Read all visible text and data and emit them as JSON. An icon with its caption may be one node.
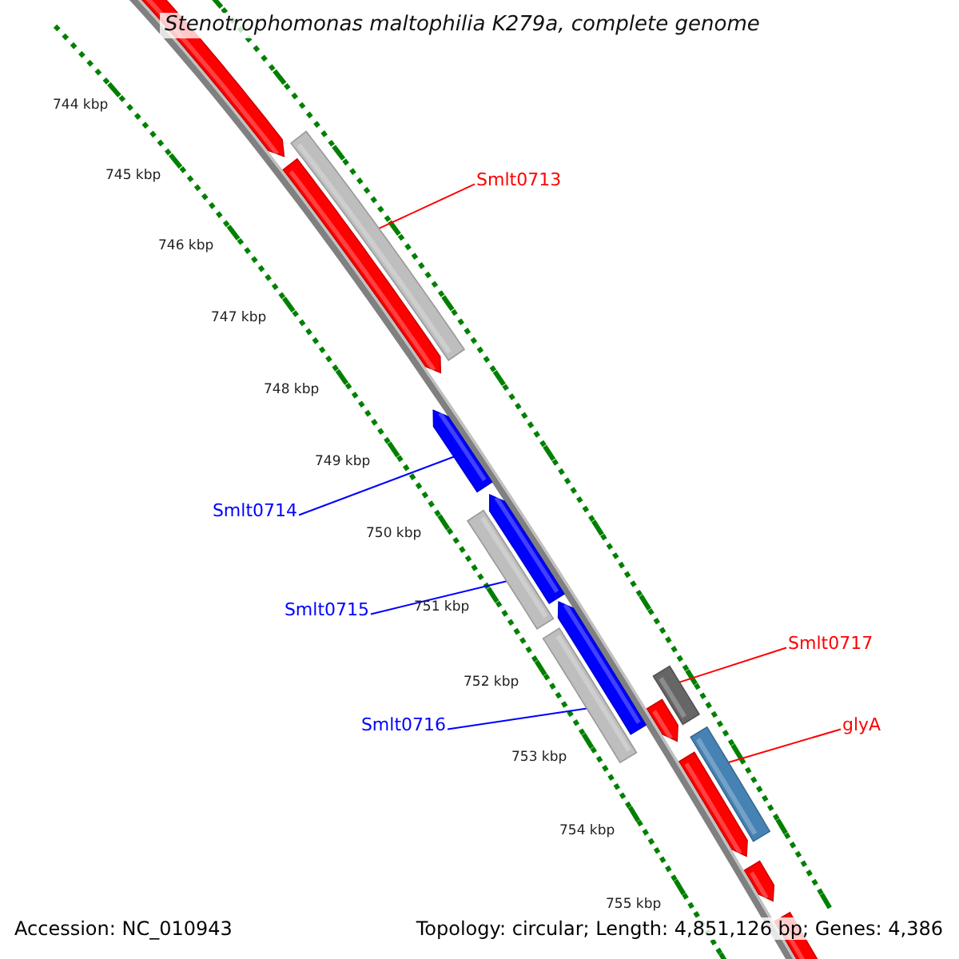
{
  "diagram": {
    "title": "Stenotrophomonas maltophilia K279a, complete genome",
    "nodes": [
      {
        "text": [
          "Smlt0713"
        ]
      },
      {
        "text": [],
        "shape": "bar"
      },
      {
        "text": [
          "Smlt0714"
        ]
      },
      {
        "text": [],
        "shape": "bar"
      },
      {
        "text": [
          "Smlt0715"
        ]
      },
      {
        "text": [],
        "shape": "bar"
      },
      {
        "text": [
          "Smlt0716"
        ]
      },
      {
        "text": [],
        "shape": "bar"
      },
      {
        "text": [
          "Smlt0717"
        ]
      },
      {
        "text": [],
        "shape": "bar"
      },
      {
        "text": [
          "glyA"
        ]
      },
      {
        "text": [],
        "shape": "bar"
      }
    ],
    "edges": [
      {
        "from": 0,
        "to": 1,
        "arrow": "none",
        "color": "#ff0000"
      },
      {
        "from": 2,
        "to": 3,
        "arrow": "none",
        "color": "#0000ff"
      },
      {
        "from": 4,
        "to": 5,
        "arrow": "none",
        "color": "#0000ff"
      },
      {
        "from": 6,
        "to": 7,
        "arrow": "none",
        "color": "#0000ff"
      },
      {
        "from": 8,
        "to": 9,
        "arrow": "none",
        "color": "#ff0000"
      },
      {
        "from": 10,
        "to": 11,
        "arrow": "none",
        "color": "#ff0000"
      }
    ],
    "labels": [
      "744 kbp",
      "745 kbp",
      "746 kbp",
      "747 kbp",
      "748 kbp",
      "749 kbp",
      "750 kbp",
      "751 kbp",
      "752 kbp",
      "753 kbp",
      "754 kbp",
      "755 kbp",
      "Accession: NC_010943",
      "Topology: circular; Length: 4,851,126 bp; Genes: 4,386"
    ]
  }
}
